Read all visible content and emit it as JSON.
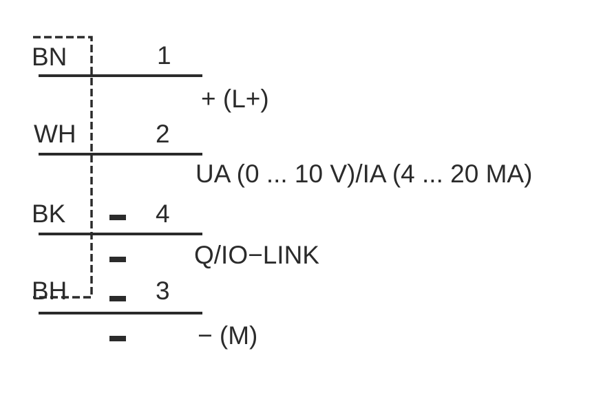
{
  "wires": [
    {
      "color": "BN",
      "pin": "1",
      "signal": "+ (L+)"
    },
    {
      "color": "WH",
      "pin": "2",
      "signal": "UA (0 ... 10 V)/IA (4 ... 20 MA)"
    },
    {
      "color": "BK",
      "pin": "4",
      "signal": "Q/IO−LINK"
    },
    {
      "color": "BH",
      "pin": "3",
      "signal": "− (M)"
    }
  ],
  "colors": {
    "line": "#2b2b2b",
    "background": "#ffffff"
  }
}
